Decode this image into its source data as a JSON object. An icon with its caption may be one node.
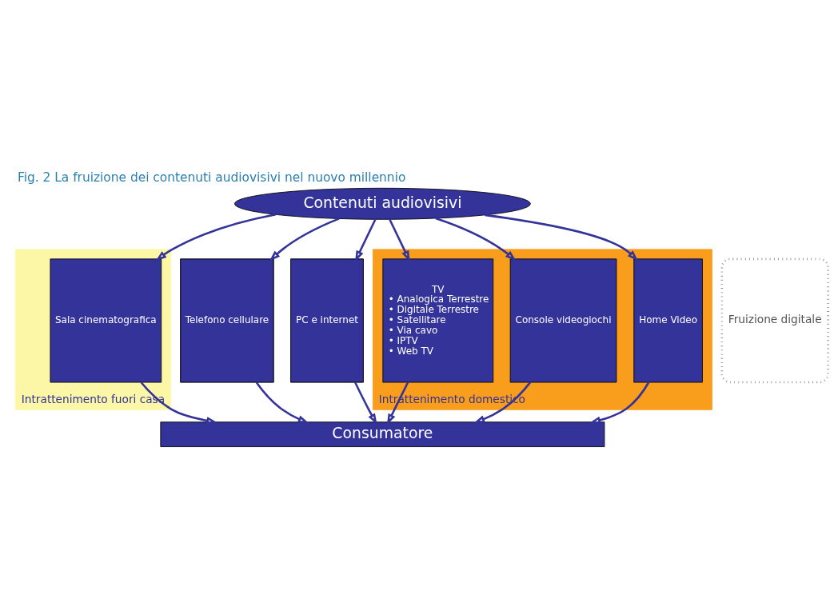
{
  "diagram": {
    "title": "Fig. 2 La fruizione dei contenuti audiovisivi nel nuovo millennio",
    "nodes": [
      {
        "text": [
          "Contenuti audiovisivi"
        ]
      },
      {
        "text": [
          "Intrattenimento fuori casa"
        ]
      },
      {
        "text": [
          "Sala cinematografica"
        ],
        "in": 1
      },
      {
        "text": [
          "Telefono cellulare"
        ]
      },
      {
        "text": [
          "PC e internet"
        ]
      },
      {
        "text": [
          "Intrattenimento domestico"
        ]
      },
      {
        "text": [
          "TV",
          "• Analogica Terrestre",
          "• Digitale Terrestre",
          "• Satellitare",
          "• Via cavo",
          "• IPTV",
          "• Web TV"
        ],
        "in": 5
      },
      {
        "text": [
          "Console videogiochi"
        ],
        "in": 5
      },
      {
        "text": [
          "Home Video"
        ],
        "in": 5
      },
      {
        "text": [
          "Fruizione digitale"
        ]
      },
      {
        "text": [
          "Consumatore"
        ]
      }
    ],
    "edges": [
      {
        "from": 0,
        "to": 2,
        "arrow": "to"
      },
      {
        "from": 0,
        "to": 3,
        "arrow": "to"
      },
      {
        "from": 0,
        "to": 4,
        "arrow": "to"
      },
      {
        "from": 0,
        "to": 6,
        "arrow": "to"
      },
      {
        "from": 0,
        "to": 7,
        "arrow": "to"
      },
      {
        "from": 0,
        "to": 8,
        "arrow": "to"
      },
      {
        "from": 2,
        "to": 10,
        "arrow": "to"
      },
      {
        "from": 3,
        "to": 10,
        "arrow": "to"
      },
      {
        "from": 4,
        "to": 10,
        "arrow": "to"
      },
      {
        "from": 6,
        "to": 10,
        "arrow": "to"
      },
      {
        "from": 7,
        "to": 10,
        "arrow": "to"
      },
      {
        "from": 8,
        "to": 10,
        "arrow": "to"
      }
    ]
  }
}
